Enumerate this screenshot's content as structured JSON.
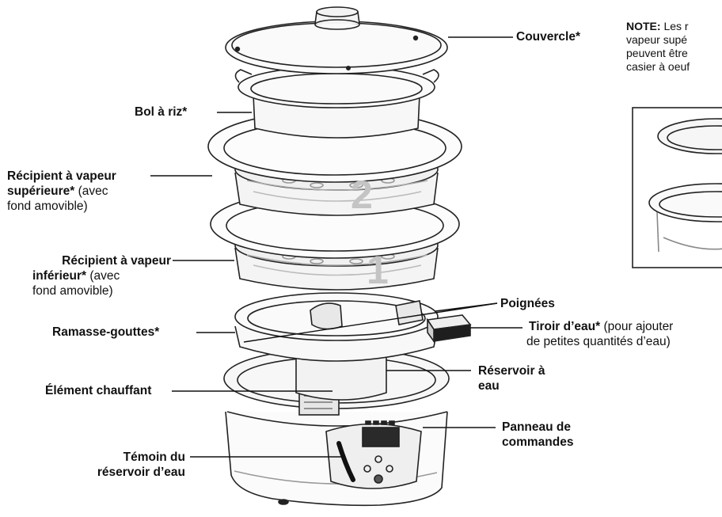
{
  "labels": {
    "couvercle": "Couvercle*",
    "bol_riz": "Bol à riz*",
    "recipient_sup_l1_bold": "Récipient à vapeur",
    "recipient_sup_l2_bold": "supérieure*",
    "recipient_sup_l2_rest": " (avec",
    "recipient_sup_l3": "fond amovible)",
    "recipient_inf_l1_bold": "Récipient à vapeur",
    "recipient_inf_l2_bold": "inférieur*",
    "recipient_inf_l2_rest": " (avec",
    "recipient_inf_l3": "fond amovible)",
    "poignees": "Poignées",
    "ramasse_gouttes": "Ramasse-gouttes*",
    "tiroir_bold": "Tiroir d’eau*",
    "tiroir_rest": " (pour ajouter",
    "tiroir_l2": "de petites quantités d’eau)",
    "reservoir_l1": "Réservoir à",
    "reservoir_l2": "eau",
    "element_chauffant": "Élément chauffant",
    "panneau_l1": "Panneau de",
    "panneau_l2": "commandes",
    "temoin_l1": "Témoin du",
    "temoin_l2": "réservoir d’eau"
  },
  "note": {
    "bold": "NOTE:",
    "line1_rest": " Les r",
    "line2": "vapeur supé",
    "line3": "peuvent être",
    "line4": "casier à oeuf"
  },
  "tier_numbers": {
    "upper": "2",
    "lower": "1"
  }
}
